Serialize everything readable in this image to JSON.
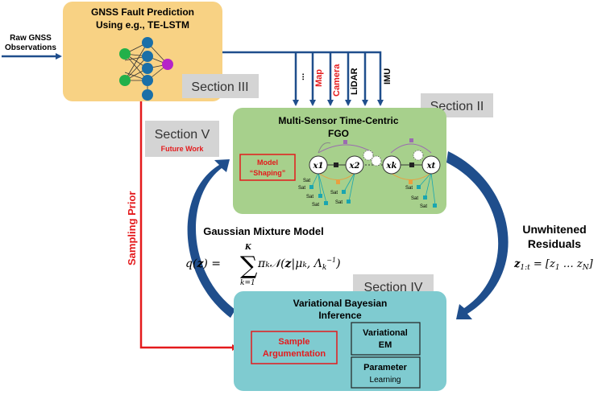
{
  "input": {
    "line1": "Raw GNSS",
    "line2": "Observations"
  },
  "prediction_box": {
    "title_line1": "GNSS Fault Prediction",
    "title_line2": "Using e.g., TE-LSTM"
  },
  "sensors": {
    "dots": "...",
    "map": "Map",
    "camera": "Camera",
    "lidar": "LiDAR",
    "imu": "IMU"
  },
  "section_tags": {
    "s2": "Section II",
    "s3": "Section III",
    "s4": "Section IV",
    "s5": "Section V"
  },
  "future_work": "Future Work",
  "fgo_box": {
    "title_line1": "Multi-Sensor Time-Centric",
    "title_line2": "FGO",
    "shaping_line1": "Model",
    "shaping_line2": "“Shaping”",
    "nodes": [
      "x1",
      "x2",
      "xk",
      "xt"
    ],
    "sat_labels": [
      "Sat",
      "Sat",
      "Sat",
      "Sat",
      "Sat",
      "Sat",
      "Sat",
      "Sat",
      "Sat"
    ]
  },
  "sampling_prior": "Sampling Prior",
  "gmm": {
    "title": "Gaussian Mixture Model"
  },
  "residuals": {
    "line1": "Unwhitened",
    "line2": "Residuals"
  },
  "vbi_box": {
    "title_line1": "Variational Bayesian",
    "title_line2": "Inference",
    "sample_line1": "Sample",
    "sample_line2": "Argumentation",
    "vem_line1": "Variational",
    "vem_line2": "EM",
    "param_line1": "Parameter",
    "param_line2": "Learning"
  },
  "colors": {
    "orange_box": "#f8d284",
    "green_box": "#a7d08c",
    "teal_box": "#7fcbd0",
    "blue_arrow": "#1f4e8c",
    "red": "#e41a1c",
    "tag_gray": "#d4d4d4"
  }
}
